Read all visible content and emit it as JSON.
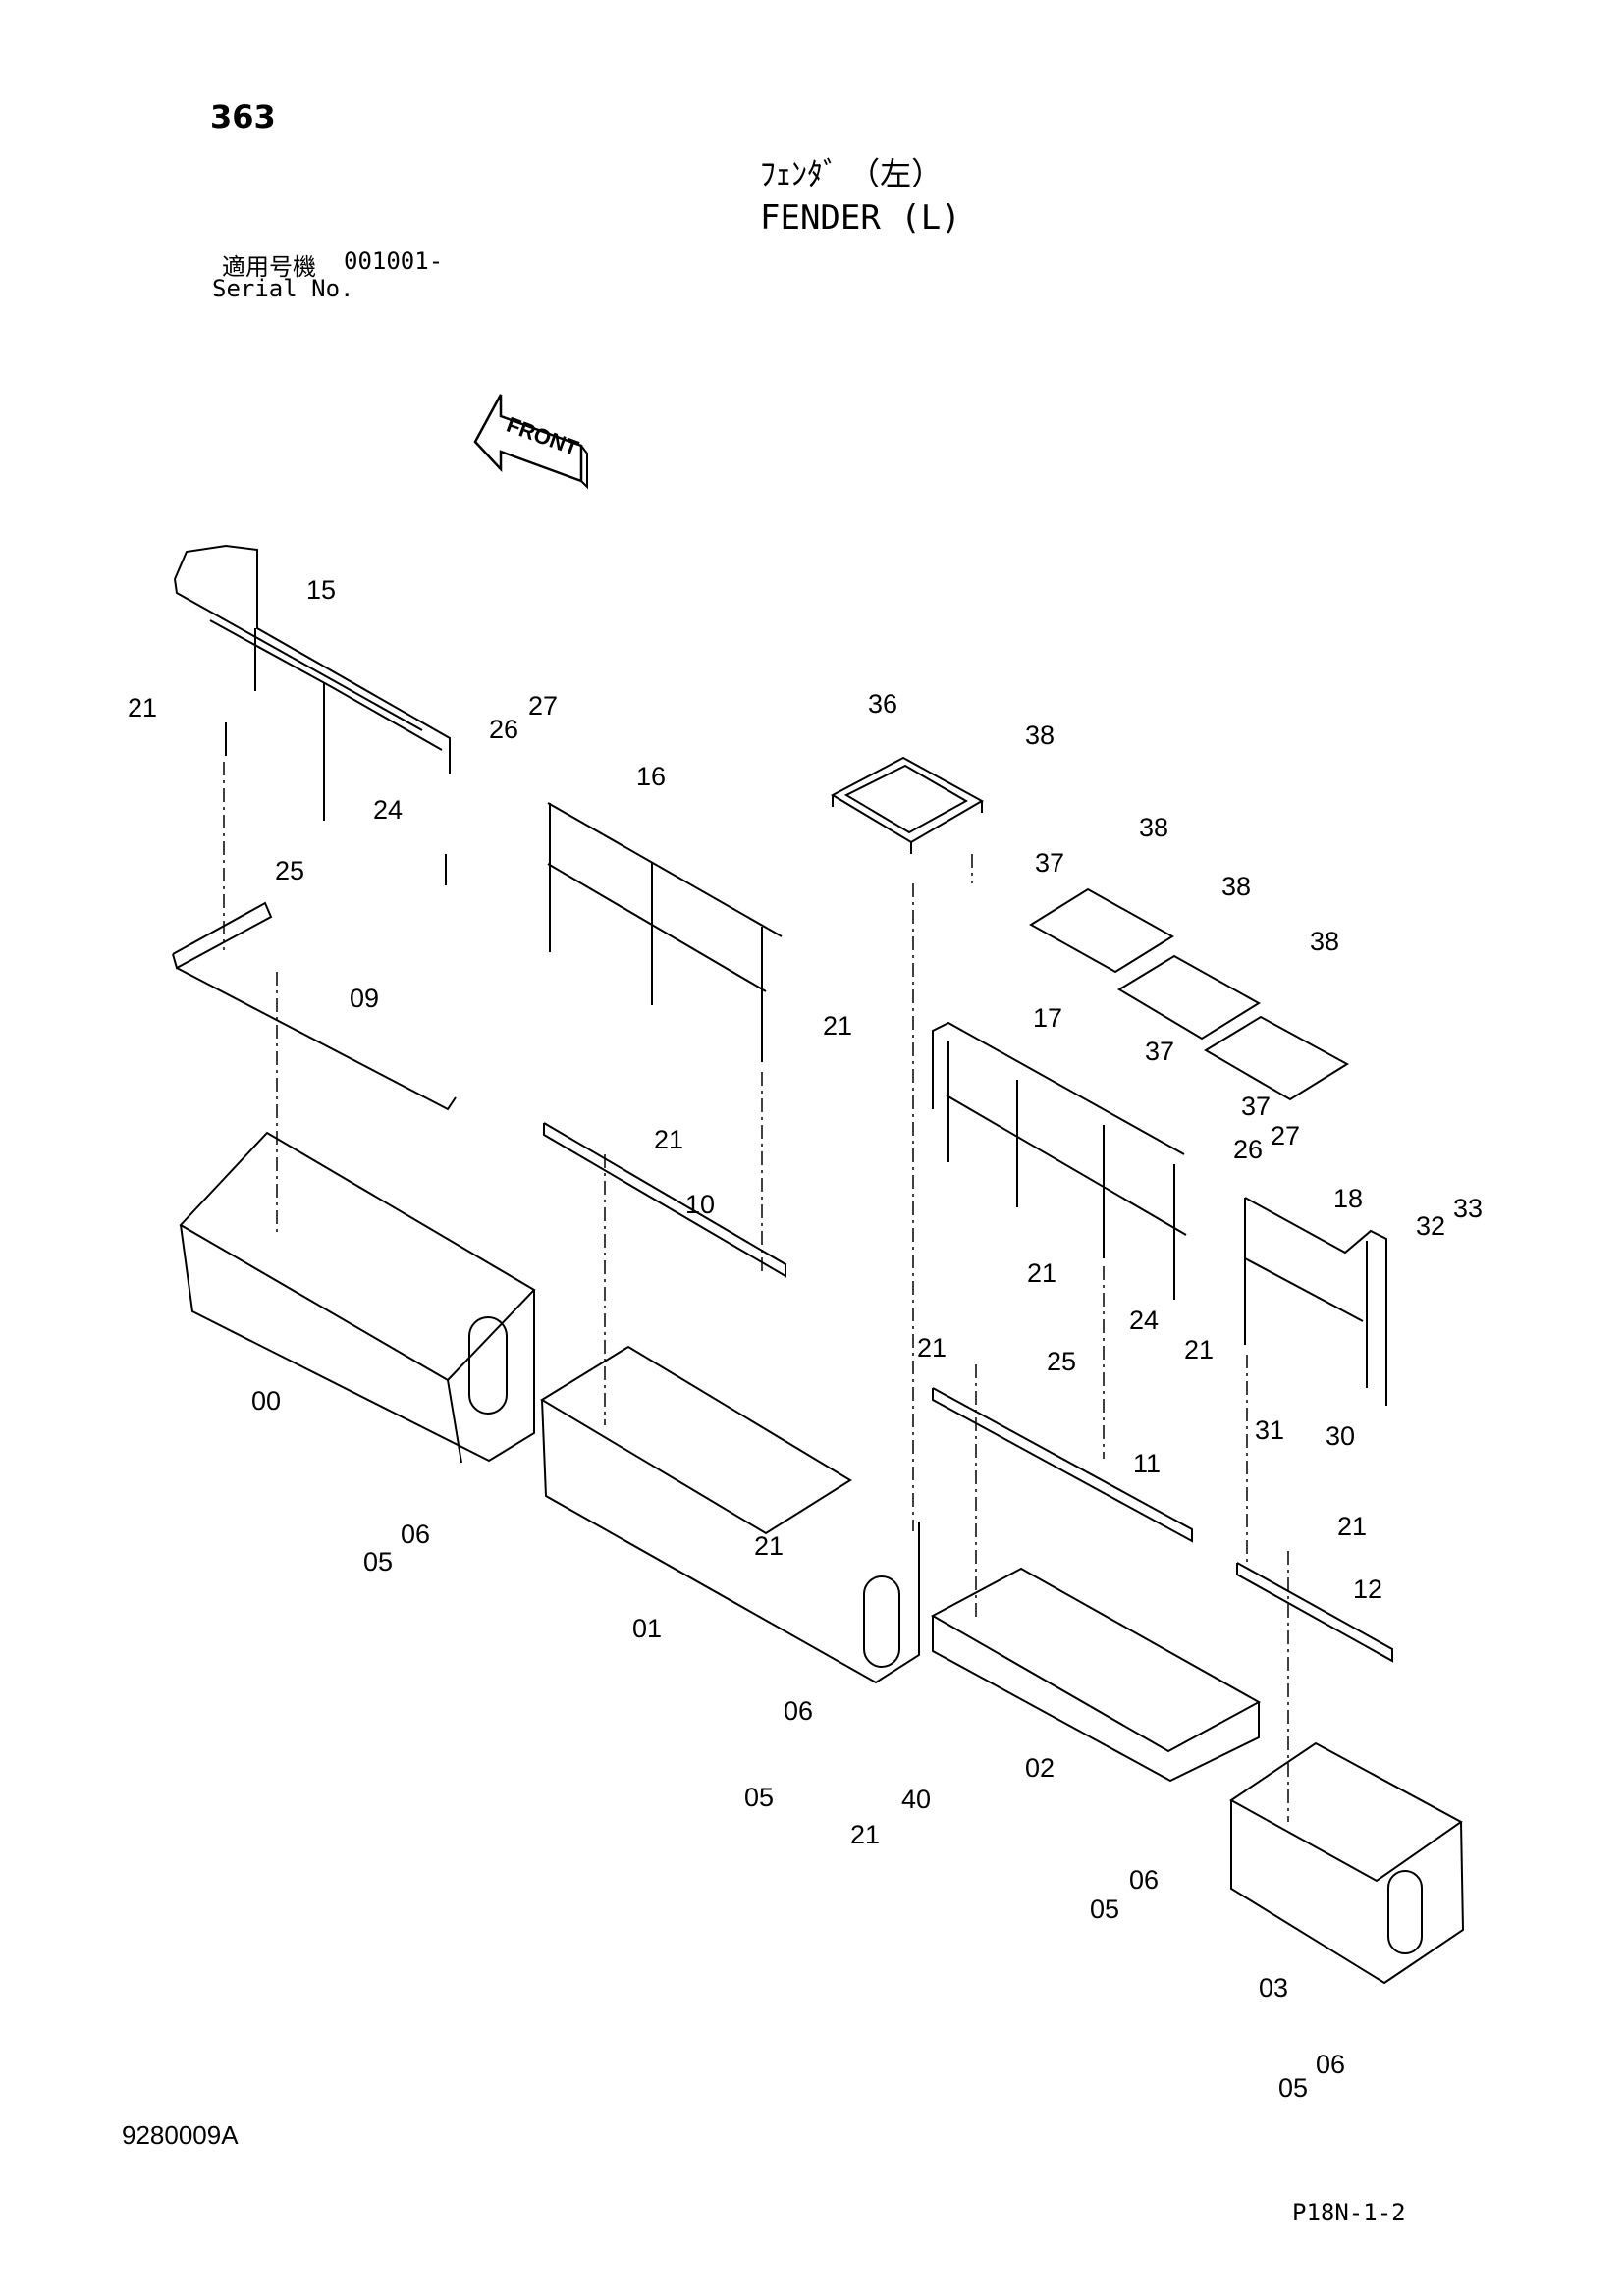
{
  "header": {
    "page_number": "363",
    "title_jp": "ﾌｪﾝﾀﾞ （左）",
    "title_en": "FENDER (L)",
    "serial_jp_label": "適用号機",
    "serial_value": "001001-",
    "serial_en_label": "Serial No."
  },
  "front_arrow_label": "FRONT",
  "footer": {
    "doc_code": "9280009A",
    "page_ref": "P18N-1-2"
  },
  "part_labels": [
    "15",
    "21",
    "26",
    "27",
    "24",
    "25",
    "16",
    "36",
    "38",
    "21",
    "09",
    "37",
    "38",
    "38",
    "38",
    "37",
    "37",
    "21",
    "17",
    "26",
    "27",
    "18",
    "10",
    "21",
    "21",
    "25",
    "24",
    "21",
    "32",
    "33",
    "00",
    "21",
    "31",
    "30",
    "11",
    "05",
    "06",
    "01",
    "21",
    "12",
    "06",
    "05",
    "02",
    "40",
    "21",
    "05",
    "06",
    "03",
    "05",
    "06"
  ],
  "colors": {
    "line": "#000000",
    "background": "#ffffff"
  }
}
